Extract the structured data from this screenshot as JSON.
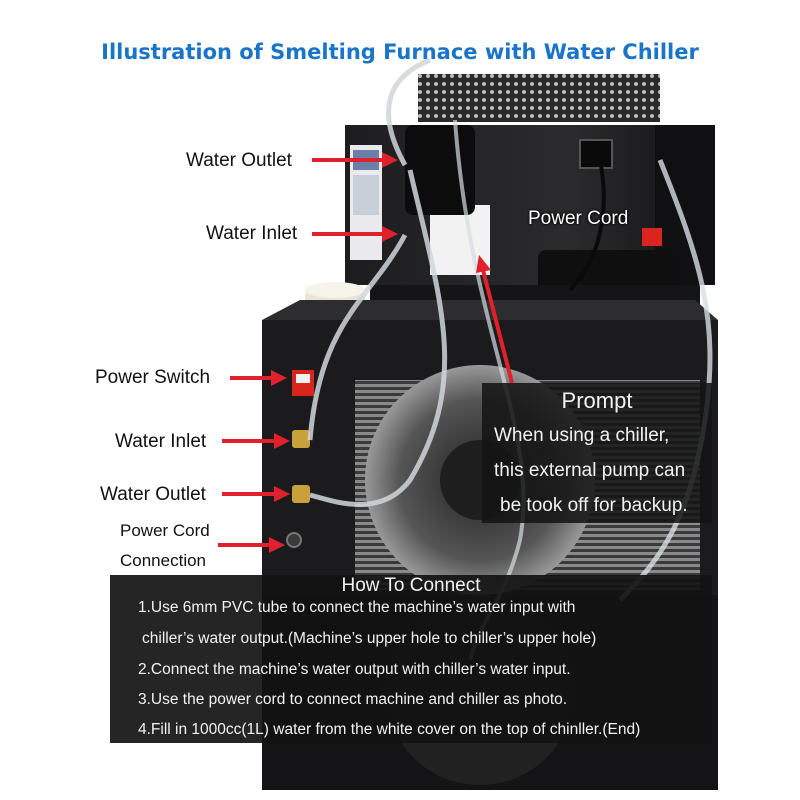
{
  "title": "Illustration of Smelting Furnace with Water Chiller",
  "labels": {
    "upper_water_outlet": "Water Outlet",
    "upper_water_inlet": "Water Inlet",
    "power_cord": "Power Cord",
    "power_switch": "Power Switch",
    "lower_water_inlet": "Water Inlet",
    "lower_water_outlet": "Water Outlet",
    "power_cord_connection_1": "Power Cord",
    "power_cord_connection_2": "Connection"
  },
  "prompt": {
    "title": "Prompt",
    "lines": [
      "When using a chiller,",
      "this external pump can",
      "be took off for backup."
    ]
  },
  "how_to": {
    "title": "How To Connect",
    "steps": [
      "1.Use 6mm PVC tube to connect the machine’s water input with",
      "chiller’s water output.(Machine’s upper hole to chiller’s upper hole)",
      "2.Connect the machine’s water output with chiller’s water input.",
      "3.Use the power cord to connect machine and chiller as photo.",
      "4.Fill in 1000cc(1L) water from the white cover on the top of chinller.(End)"
    ]
  },
  "colors": {
    "title": "#1a75c9",
    "arrow": "#e0202a",
    "chassis": "#1b1b1d",
    "switch": "#d8261e"
  }
}
